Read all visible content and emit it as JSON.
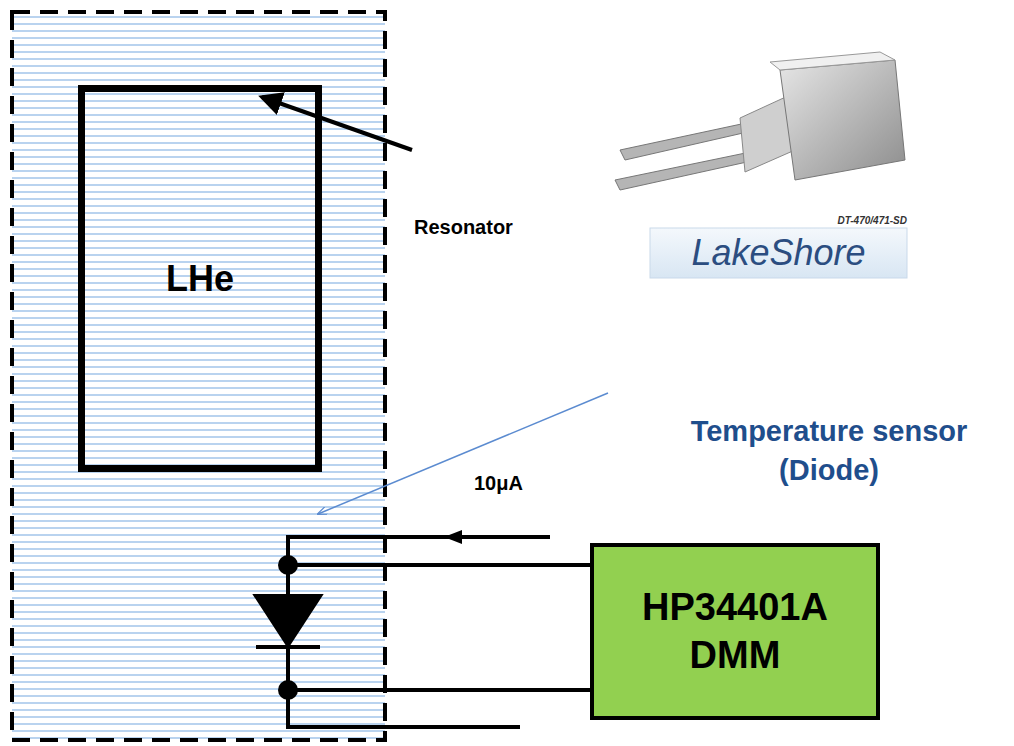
{
  "diagram": {
    "nodes": [
      {
        "text": [
          "LHe"
        ]
      },
      {
        "text": [
          "HP34401A DMM"
        ]
      }
    ],
    "labels": [
      "Resonator",
      "DT-470/471-SD",
      "LakeShore",
      "Temperature sensor (Diode)",
      "10μA"
    ]
  }
}
